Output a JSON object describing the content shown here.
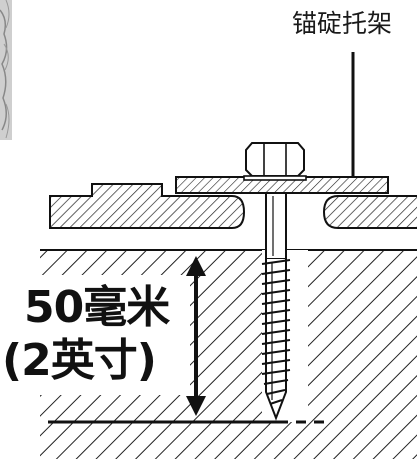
{
  "callout": {
    "text": "锚碇托架"
  },
  "depth_label": {
    "line1": "50毫米",
    "line2": "(2英寸)"
  },
  "colors": {
    "ink": "#111111",
    "hatch": "#222222",
    "paper": "#ffffff",
    "stone_texture": "#bdbdbd"
  },
  "icons": {
    "fastener": "lag-bolt-icon",
    "dimension": "double-arrow-icon"
  }
}
